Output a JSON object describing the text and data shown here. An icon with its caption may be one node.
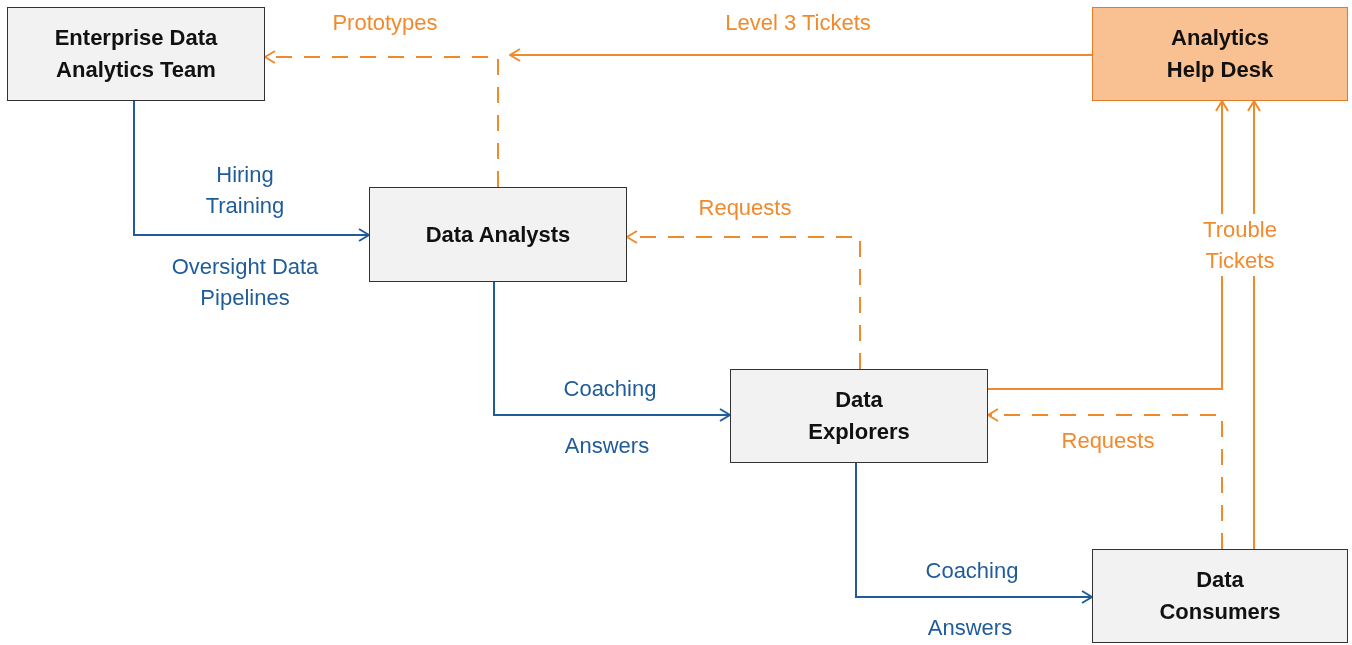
{
  "diagram": {
    "nodes": [
      {
        "text": [
          "Enterprise Data Analytics Team"
        ]
      },
      {
        "text": [
          "Analytics Help Desk"
        ]
      },
      {
        "text": [
          "Data Analysts"
        ]
      },
      {
        "text": [
          "Data Explorers"
        ]
      },
      {
        "text": [
          "Data Consumers"
        ]
      }
    ],
    "edges": [
      {
        "from": 0,
        "to": 2,
        "arrow": "to",
        "label": "Hiring Training",
        "color": "#1f5c99"
      },
      {
        "from": 2,
        "to": 0,
        "arrow": "to",
        "label": "Prototypes",
        "style": "dashed"
      },
      {
        "from": 1,
        "to": null,
        "arrow": "to",
        "label": "Level 3 Tickets"
      },
      {
        "from": 2,
        "to": 3,
        "arrow": "to",
        "label": "Coaching",
        "color": "#1f5c99"
      },
      {
        "from": 3,
        "to": 2,
        "arrow": "to",
        "label": "Requests",
        "style": "dashed"
      },
      {
        "from": 3,
        "to": 1,
        "arrow": "to"
      },
      {
        "from": 4,
        "to": 3,
        "arrow": "to",
        "label": "Requests",
        "style": "dashed"
      },
      {
        "from": 4,
        "to": 1,
        "arrow": "to",
        "label": "Trouble Tickets"
      },
      {
        "from": 3,
        "to": 4,
        "arrow": "to",
        "label": "Coaching",
        "color": "#1f5c99"
      }
    ],
    "labels": [
      "Oversight Data Pipelines",
      "Answers",
      "Answers"
    ]
  }
}
